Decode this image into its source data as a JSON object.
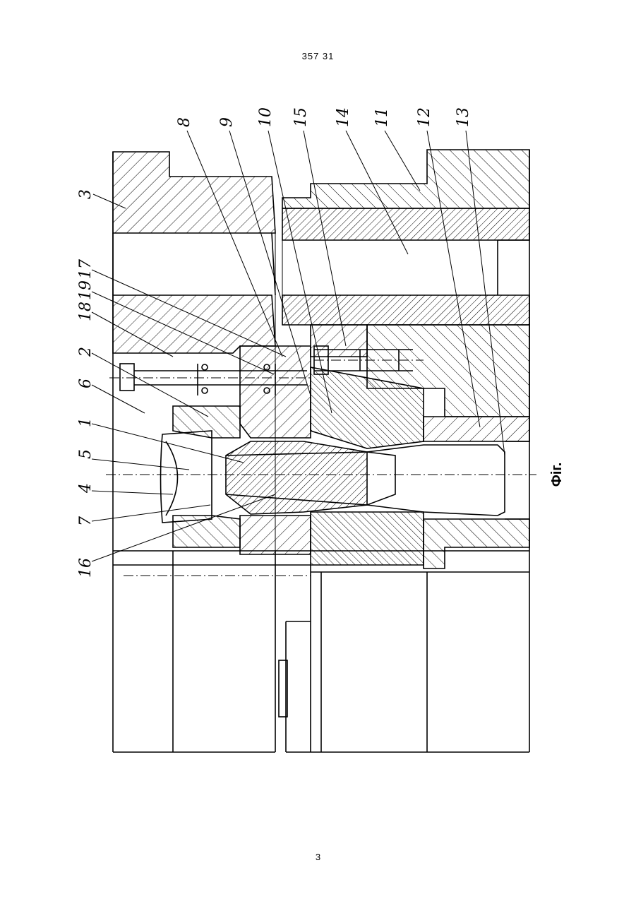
{
  "header": {
    "document_number": "357 31"
  },
  "figure": {
    "caption": "Фіг.",
    "callouts": [
      "3",
      "17",
      "19",
      "18",
      "2",
      "6",
      "1",
      "5",
      "4",
      "7",
      "16",
      "8",
      "9",
      "10",
      "15",
      "14",
      "11",
      "12",
      "13"
    ]
  },
  "footer": {
    "page_number": "3"
  }
}
